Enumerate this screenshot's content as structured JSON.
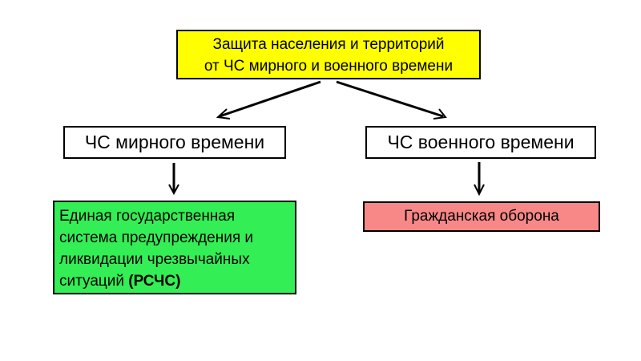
{
  "top": {
    "line1": "Защита населения и территорий",
    "line2": "от ЧС мирного и военного времени"
  },
  "peace": {
    "label": "ЧС мирного времени"
  },
  "war": {
    "label": "ЧС военного времени"
  },
  "rschs": {
    "text": "Единая государственная система предупреждения и ликвидации чрезвычайных ситуаций ",
    "abbr": "(РСЧС)"
  },
  "civil_defense": {
    "label": "Гражданская оборона"
  },
  "colors": {
    "top": "#ffff00",
    "rschs": "#33ee55",
    "civil_defense": "#f88888"
  }
}
